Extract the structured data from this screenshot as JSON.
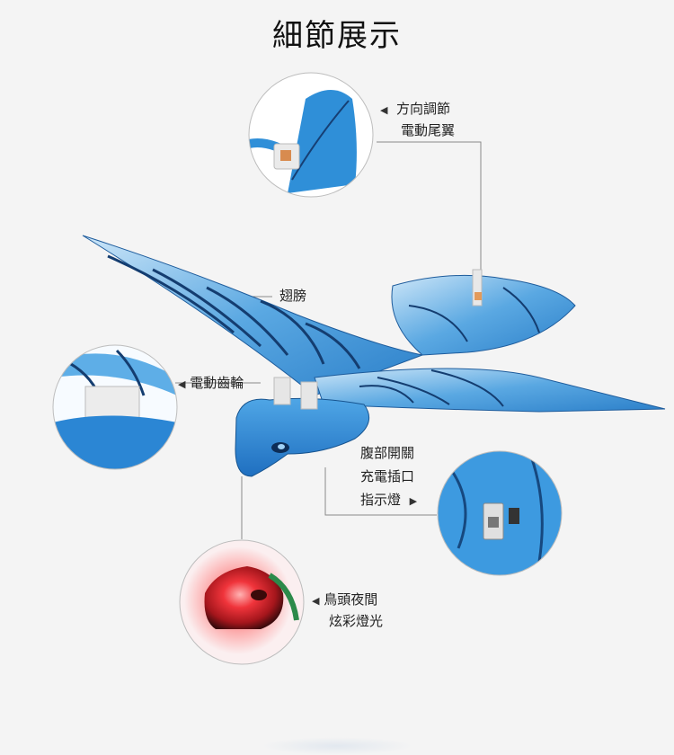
{
  "title": "細節展示",
  "labels": {
    "tail": {
      "arrow": "◀",
      "line1": "方向調節",
      "line2": "電動尾翼"
    },
    "wing": "翅膀",
    "gear": {
      "arrow": "◀",
      "text": "電動齒輪"
    },
    "belly": {
      "line1": "腹部開關",
      "line2": "充電插口",
      "line3": "指示燈",
      "arrow": "▶"
    },
    "head": {
      "arrow": "◀",
      "line1": "鳥頭夜間",
      "line2": "炫彩燈光"
    }
  },
  "colors": {
    "bird_blue": "#2f8fd8",
    "bird_light": "#bfe0f7",
    "led_red": "#e8242c",
    "leader_line": "#8a8a8a"
  }
}
